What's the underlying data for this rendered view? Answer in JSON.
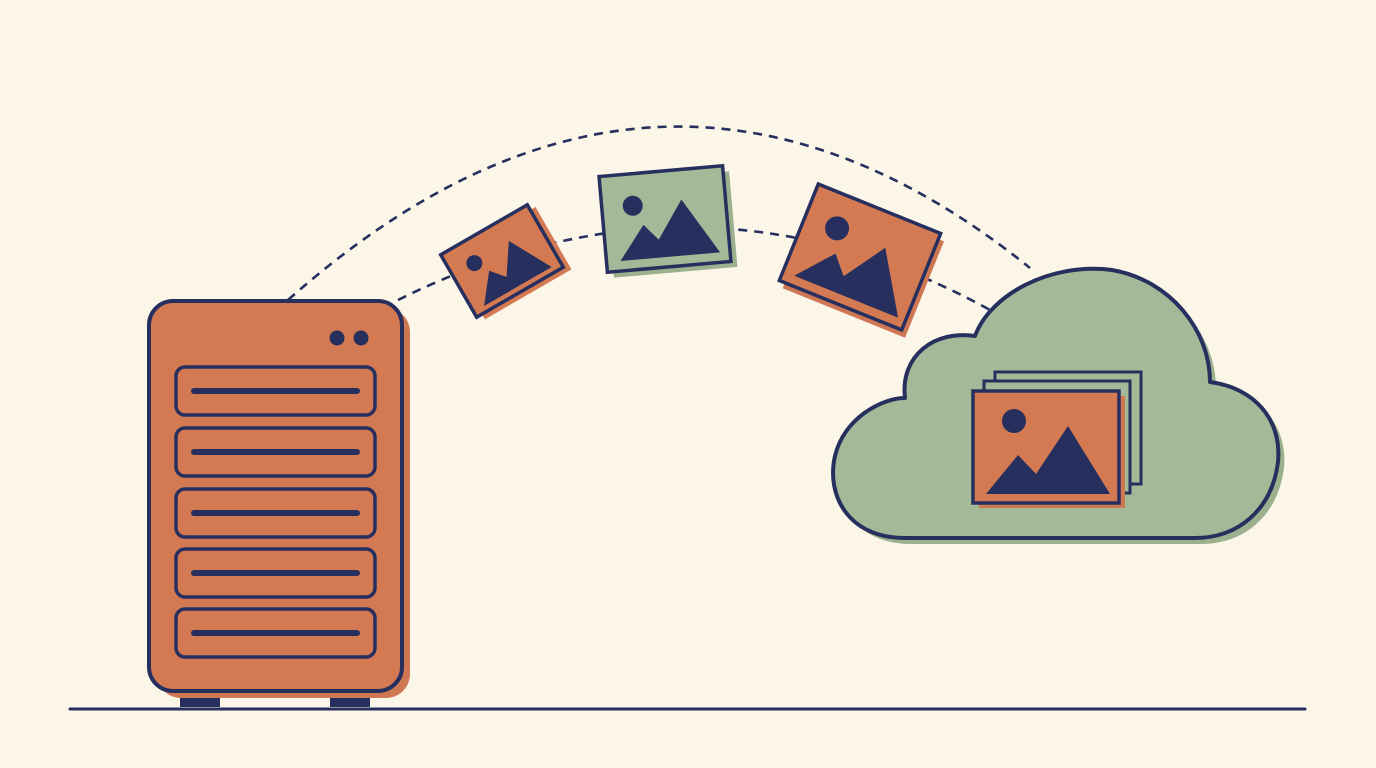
{
  "illustration": {
    "server": {
      "drive_bays": 5,
      "status_lights": 2
    },
    "images_in_transit": 3,
    "cloud": {
      "stacked_images": 3
    }
  },
  "colors": {
    "background": "#fbf6e8",
    "outline": "#262f5e",
    "orange": "#d47a52",
    "green": "#a4b997",
    "shadow_orange": "#cf7753",
    "shadow_green": "#9cb08e"
  },
  "icons": [
    "server-icon",
    "image-icon",
    "cloud-icon",
    "mountain-icon",
    "sun-icon"
  ]
}
